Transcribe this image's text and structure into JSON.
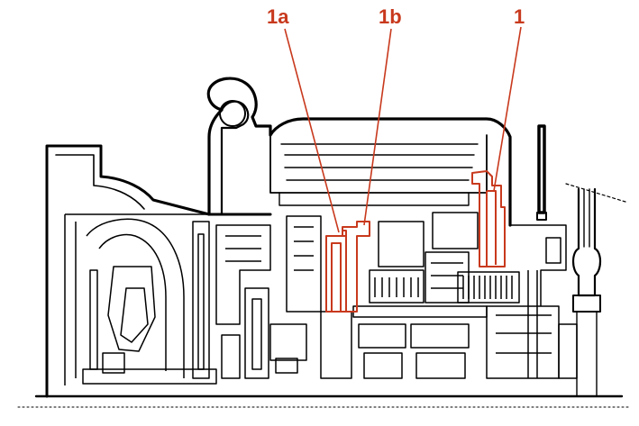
{
  "diagram": {
    "callouts": [
      {
        "id": "1a",
        "label": "1a"
      },
      {
        "id": "1b",
        "label": "1b"
      },
      {
        "id": "1",
        "label": "1"
      }
    ],
    "colors": {
      "callout": "#c8391d",
      "line": "#000000",
      "background": "#ffffff"
    }
  }
}
